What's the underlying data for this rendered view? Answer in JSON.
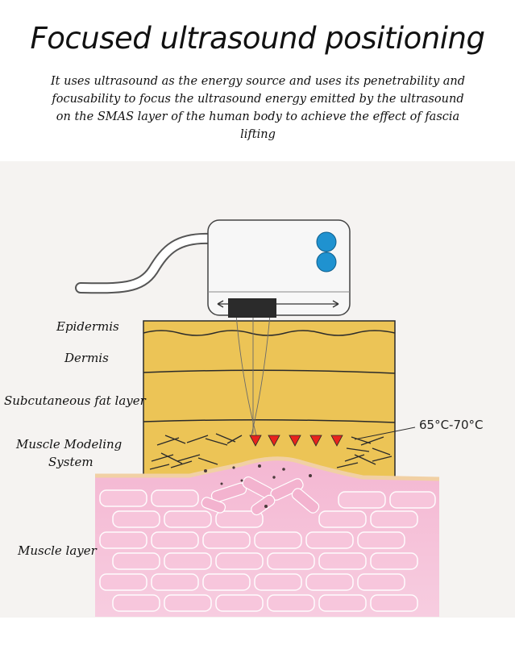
{
  "header": {
    "title": "Focused ultrasound positioning",
    "description": "It uses ultrasound as the energy source and uses its penetrability and focusability to focus the ultrasound energy emitted by the ultrasound on the SMAS layer of the human body to achieve the effect of fascia lifting"
  },
  "labels": {
    "epidermis": "Epidermis",
    "dermis": "Dermis",
    "fat": "Subcutaneous fat layer",
    "smas_line1": "Muscle Modeling",
    "smas_line2": "System",
    "muscle": "Muscle layer",
    "temperature": "65°C-70°C"
  },
  "colors": {
    "background": "#f5f3f1",
    "skin_layers": "#ecc456",
    "muscle": "#f0a6c6",
    "focus_points": "#e8231d",
    "buttons": "#1f92d0"
  },
  "icons": {
    "device": "ultrasound-handpiece-icon",
    "focus_point": "triangle-focus-icon"
  }
}
